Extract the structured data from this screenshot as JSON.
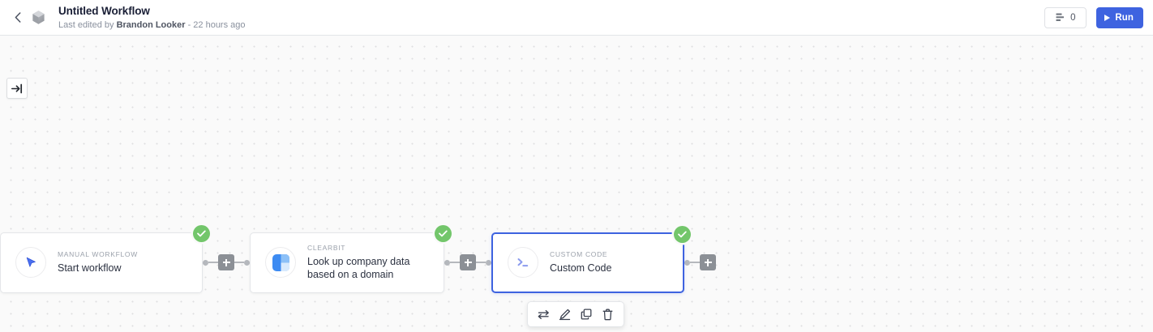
{
  "header": {
    "back_icon": "chevron-left-icon",
    "app_icon": "workflow-cube-icon",
    "title": "Untitled Workflow",
    "subtitle_prefix": "Last edited by ",
    "subtitle_author": "Brandon Looker",
    "subtitle_suffix": " - 22 hours ago",
    "version_count": "0",
    "version_icon": "layers-icon",
    "run_label": "Run",
    "run_icon": "play-icon",
    "accent_color": "#3e63e0"
  },
  "canvas": {
    "panel_toggle_icon": "arrow-to-line-right-icon",
    "background_color": "#fafafa",
    "grid_dot_color": "#dfdfe0"
  },
  "flow": {
    "status_ok_color": "#73c66b",
    "nodes": [
      {
        "kicker": "MANUAL WORKFLOW",
        "title": "Start workflow",
        "icon": "cursor-pointer-icon",
        "status": "success",
        "selected": false
      },
      {
        "kicker": "CLEARBIT",
        "title": "Look up company data based on a domain",
        "icon": "clearbit-logo-icon",
        "status": "success",
        "selected": false
      },
      {
        "kicker": "CUSTOM CODE",
        "title": "Custom Code",
        "icon": "terminal-prompt-icon",
        "status": "success",
        "selected": true
      }
    ],
    "add_step_label": "+"
  },
  "node_toolbar": {
    "buttons": [
      {
        "name": "replace-step-button",
        "icon": "swap-arrows-icon"
      },
      {
        "name": "edit-step-button",
        "icon": "pencil-icon"
      },
      {
        "name": "duplicate-step-button",
        "icon": "copy-icon"
      },
      {
        "name": "delete-step-button",
        "icon": "trash-icon"
      }
    ]
  }
}
